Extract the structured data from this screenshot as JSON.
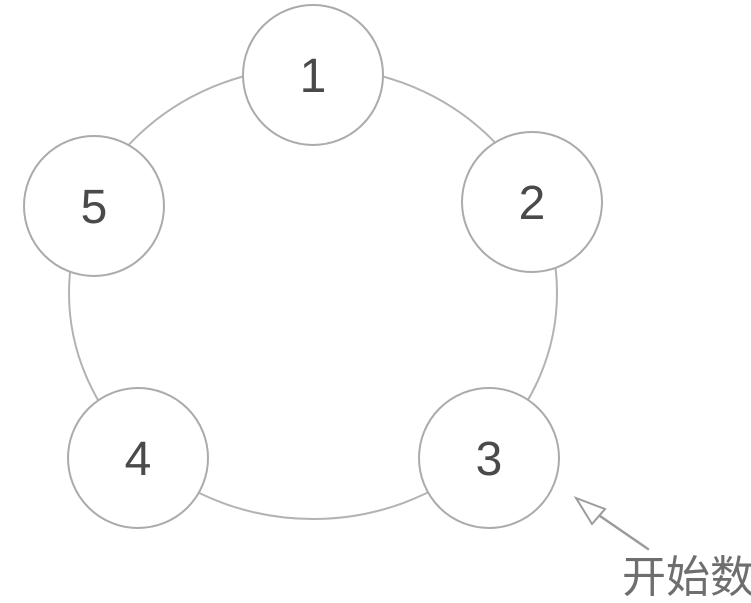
{
  "diagram": {
    "type": "numbered-counting-circle",
    "nodes": [
      {
        "id": "node-1",
        "label": "1"
      },
      {
        "id": "node-2",
        "label": "2"
      },
      {
        "id": "node-3",
        "label": "3"
      },
      {
        "id": "node-4",
        "label": "4"
      },
      {
        "id": "node-5",
        "label": "5"
      }
    ],
    "annotation": {
      "label": "开始数",
      "points_to_node": "3"
    },
    "colors": {
      "background": "#ffffff",
      "ring_stroke": "#b3b3b3",
      "node_stroke": "#ababab",
      "node_fill": "#ffffff",
      "number_color": "#4a4a4a",
      "arrow_color": "#9c9c9c",
      "annotation_color": "#6e6e6e"
    }
  }
}
